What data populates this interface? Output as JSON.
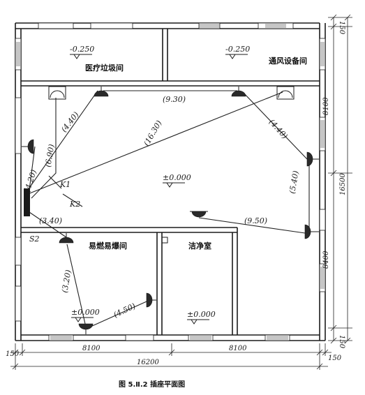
{
  "rooms": {
    "medical_waste": "医疗垃圾间",
    "ventilation": "通风设备间",
    "flammable": "易燃易爆间",
    "clean_room": "洁净室"
  },
  "elevations": {
    "medical_waste": "-0.250",
    "ventilation": "-0.250",
    "main_hall": "±0.000",
    "flammable": "±0.000",
    "clean_room": "±0.000"
  },
  "cable_lengths": {
    "top_left": "(4.40)",
    "top_right_horizontal": "(9.30)",
    "top_right_diagonal": "(4.40)",
    "long_diagonal": "(16.30)",
    "left_vertical": "(6.90)",
    "left_short": "(4.20)",
    "right_vertical": "(5.40)",
    "center_right": "(9.50)",
    "panel_to_left_room": "(3.40)",
    "flammable_vertical": "(3.20)",
    "flammable_right": "(4.50)"
  },
  "switch_labels": {
    "k1": "K1",
    "k2": "K2",
    "s2": "S2"
  },
  "dimensions": {
    "top_height": "150",
    "right_upper": "8100",
    "right_total": "16500",
    "right_lower": "8400",
    "bottom_height": "150",
    "left_bottom": "150",
    "bottom_left_span": "8100",
    "bottom_right_span": "8100",
    "bottom_total": "16200",
    "bottom_right_offset": "150"
  },
  "caption": "图 5.Ⅱ.2    插座平面图"
}
